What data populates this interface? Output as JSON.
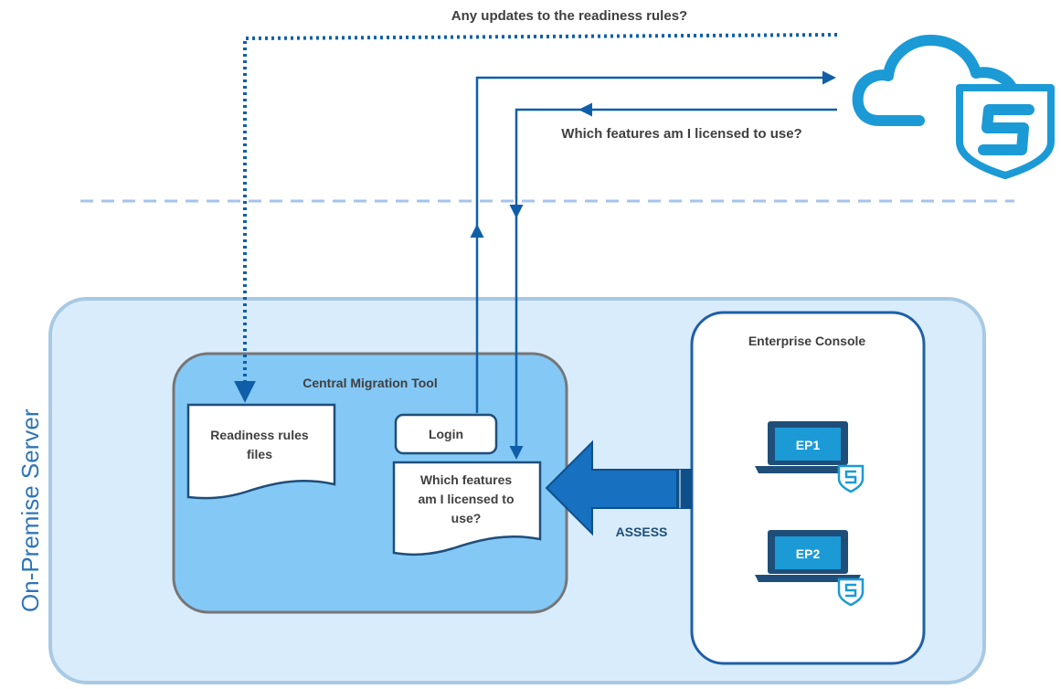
{
  "top_question": "Any updates to the readiness rules?",
  "license_question": "Which features am I  licensed to use?",
  "on_premise_label": "On-Premise Server",
  "cmt": {
    "title": "Central Migration  Tool",
    "readiness_line1": "Readiness rules",
    "readiness_line2": "files",
    "login": "Login",
    "features_line1": "Which features",
    "features_line2": "am I licensed to",
    "features_line3": "use?"
  },
  "enterprise_console": {
    "title": "Enterprise Console",
    "endpoints": [
      "EP1",
      "EP2"
    ]
  },
  "assess_label": "ASSESS",
  "colors": {
    "brand_blue": "#1b9ad6",
    "arrow_blue": "#0f5fa8",
    "dark_navy": "#1f4e79",
    "server_fill": "#d9ecfb",
    "cmt_fill": "#84c8f6"
  }
}
